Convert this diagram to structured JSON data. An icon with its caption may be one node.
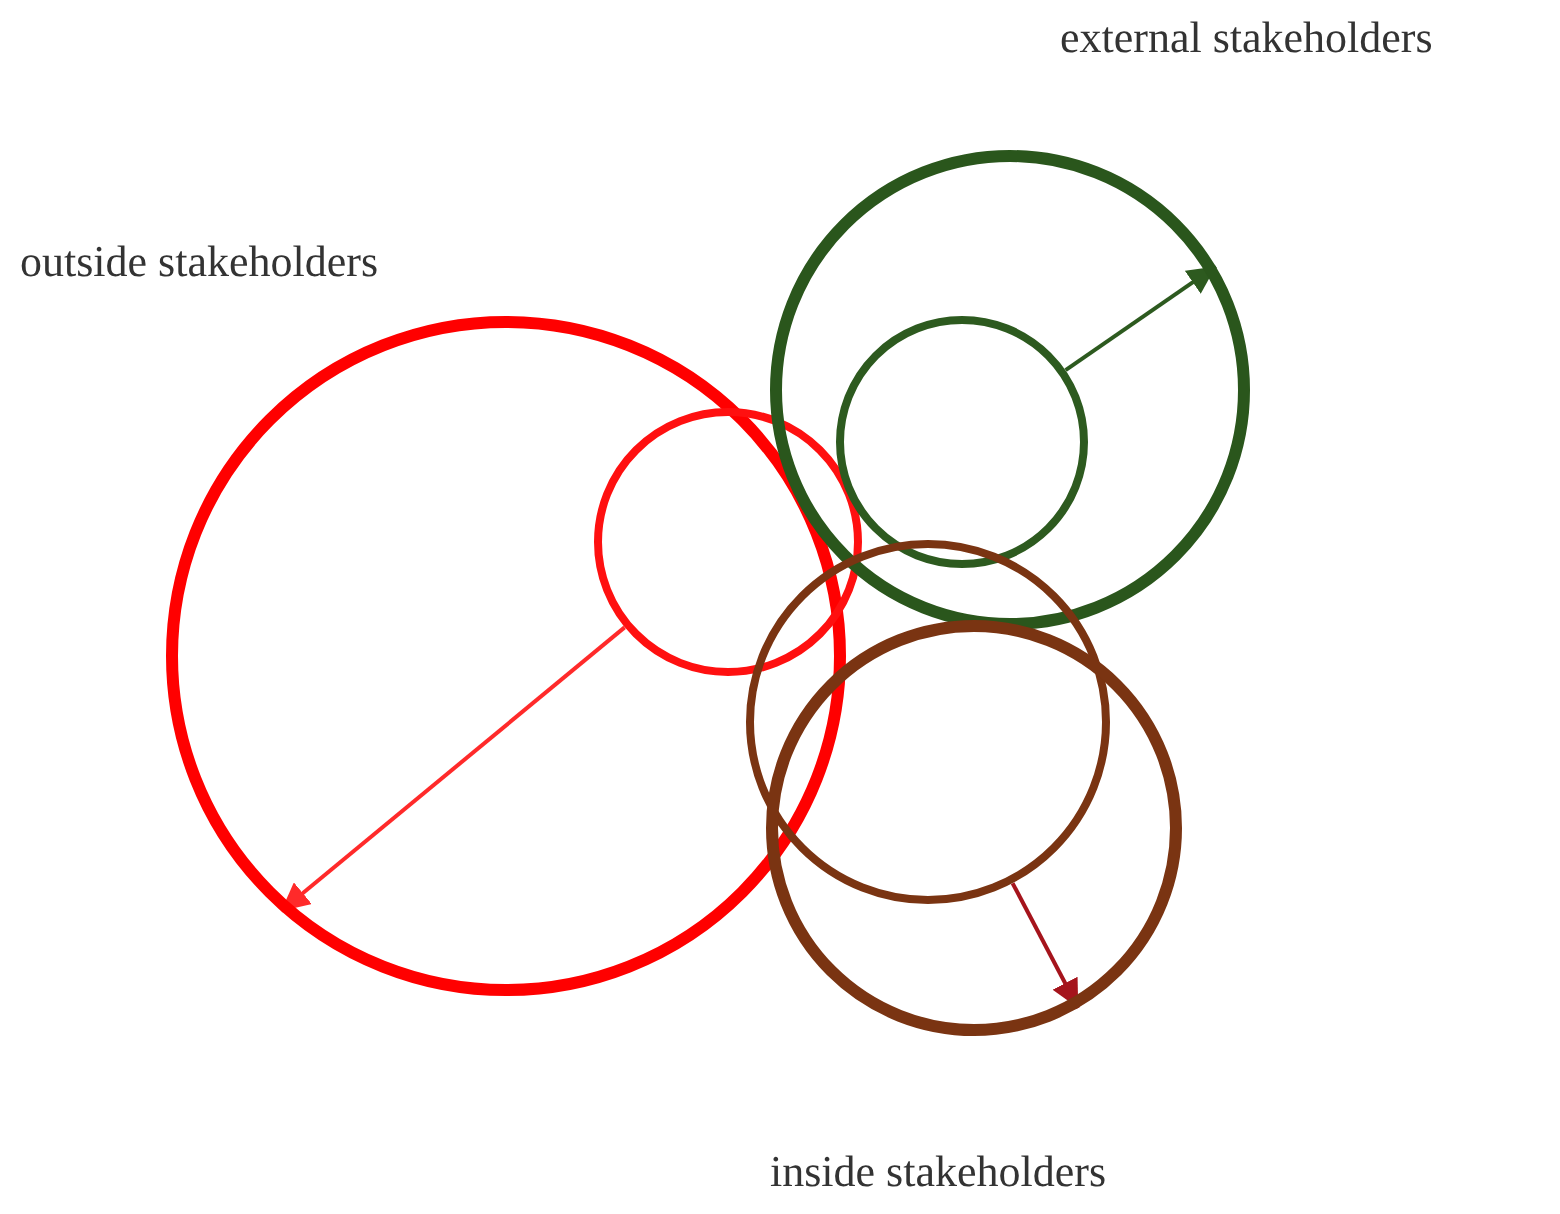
{
  "diagram": {
    "nodes": [
      {
        "text": [],
        "shape": "circle"
      },
      {
        "text": [],
        "shape": "circle"
      },
      {
        "text": [],
        "shape": "circle"
      },
      {
        "text": [],
        "shape": "circle",
        "in": 2
      },
      {
        "text": [],
        "shape": "circle"
      },
      {
        "text": [],
        "shape": "circle"
      }
    ],
    "edges": [
      {
        "from": 1,
        "to": 0,
        "arrow": "to",
        "color": "#ff2a2a"
      },
      {
        "from": 3,
        "to": 2,
        "arrow": "to",
        "color": "#2d5a1f"
      },
      {
        "from": 4,
        "to": 5,
        "arrow": "to",
        "color": "#a5141c"
      }
    ],
    "labels": [
      "external stakeholders",
      "outside stakeholders",
      "inside stakeholders"
    ]
  }
}
